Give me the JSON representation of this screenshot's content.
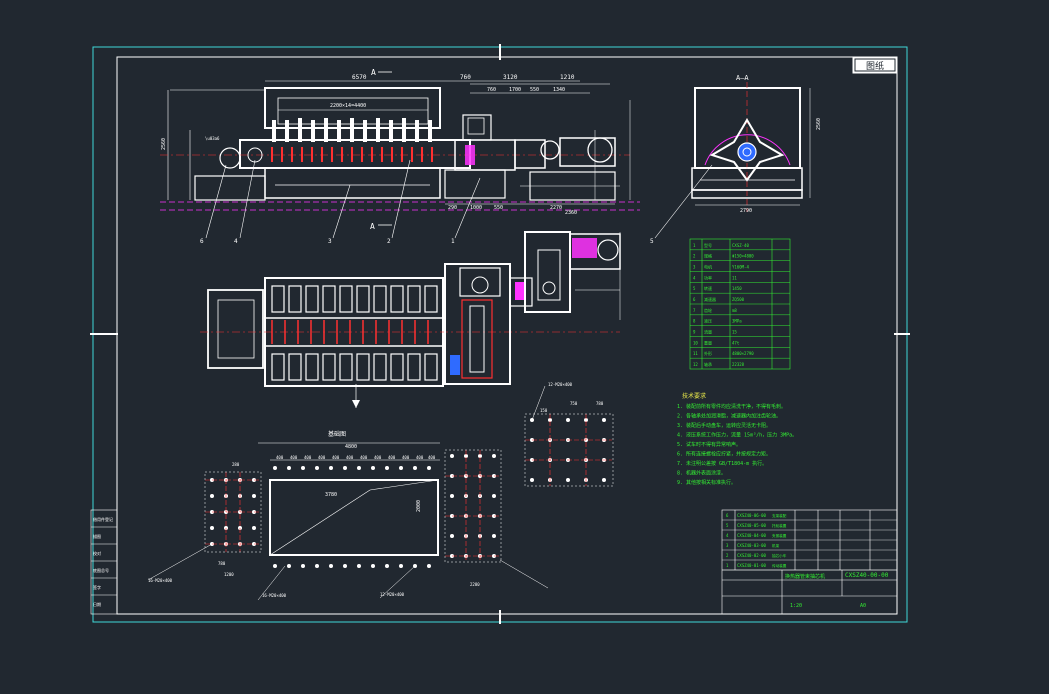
{
  "colors": {
    "background": "#212830",
    "frame": "#3fd9d9",
    "white": "#ffffff",
    "green": "#33ee33",
    "red": "#ff3030",
    "magenta": "#ff33ff",
    "blue": "#2f6bff",
    "yellow": "#e8e84a"
  },
  "front_view": {
    "section_label": "A",
    "section_mark": "A",
    "dims_top": [
      "6570",
      "760",
      "3120",
      "1210"
    ],
    "dims_mid": [
      "760",
      "1700",
      "550",
      "1340"
    ],
    "dim_inner": "2200×14=4400",
    "dim_left": "2560",
    "dims_bottom": [
      "290",
      "1000",
      "550",
      "2270",
      "2360"
    ],
    "part_numbers": [
      "6",
      "4",
      "3",
      "2",
      "1"
    ]
  },
  "side_view": {
    "title": "A—A",
    "dim_bottom": "2790",
    "dim_right": "2560",
    "part_number": "5"
  },
  "foundation": {
    "title": "基础图",
    "dim_total": "4800",
    "dim_pit_w": "3780",
    "dim_pit_h": "2000",
    "dims_bolts": [
      "400",
      "400",
      "400",
      "400",
      "400",
      "400",
      "400",
      "400",
      "400",
      "400",
      "400",
      "400"
    ],
    "dim_left_top": "280",
    "dim_left_bottom": "780",
    "dim_left_total": "1200",
    "dim_right_a": "750",
    "dim_right_b": "780",
    "dim_right_c": "150",
    "dim_right_d": "2280",
    "note_a": "16-M20×400",
    "note_b": "16-M20×400",
    "note_c": "12-M20×400",
    "note_d": "12-M20×400"
  },
  "tech_requirements": {
    "title": "技术要求",
    "lines": [
      "1. 装配前所有零件均应清洗干净，不得有毛刺。",
      "2. 各轴承处加润滑脂，减速器内加注齿轮油。",
      "3. 装配后手动盘车，运转应灵活无卡阻。",
      "4. 液压系统工作压力，流量 15m³/h，压力 3MPa。",
      "5. 试车时不得有异常响声。",
      "6. 所有连接螺栓应拧紧，并按规定力矩。",
      "7. 未注明公差按 GB/T1804-m 执行。",
      "8. 机器外表面涂漆。",
      "9. 其他按相关标准执行。"
    ]
  },
  "param_table": {
    "rows": [
      [
        "1",
        "型号",
        "CXSZ-40"
      ],
      [
        "2",
        "规格",
        "Φ150×4800"
      ],
      [
        "3",
        "电机",
        "Y160M-4"
      ],
      [
        "4",
        "功率",
        "11"
      ],
      [
        "5",
        "转速",
        "1450"
      ],
      [
        "6",
        "减速器",
        "ZQ500"
      ],
      [
        "7",
        "齿轮",
        "m8"
      ],
      [
        "8",
        "液压",
        "3MPa"
      ],
      [
        "9",
        "流量",
        "15"
      ],
      [
        "10",
        "重量",
        "47t"
      ],
      [
        "11",
        "外形",
        "4800×2790"
      ],
      [
        "12",
        "轴承",
        "22328"
      ]
    ]
  },
  "title_block": {
    "drawing_no": "CXSZ40-00-00",
    "name": "换热器管束抽芯机",
    "scale": "1:20",
    "sheet": "A0",
    "parts": [
      [
        "6",
        "CXSZ40-06-00",
        "支架装配"
      ],
      [
        "5",
        "CXSZ40-05-00",
        "托轮装置"
      ],
      [
        "4",
        "CXSZ40-04-00",
        "夹紧装置"
      ],
      [
        "3",
        "CXSZ40-03-00",
        "机架"
      ],
      [
        "2",
        "CXSZ40-02-00",
        "抽芯小车"
      ],
      [
        "1",
        "CXSZ40-01-00",
        "传动装置"
      ]
    ]
  },
  "stamp": {
    "label": "图纸"
  },
  "revision_block": {
    "rows": [
      "借用件登记",
      "描图",
      "校对",
      "底图总号",
      "签字",
      "日期"
    ]
  }
}
